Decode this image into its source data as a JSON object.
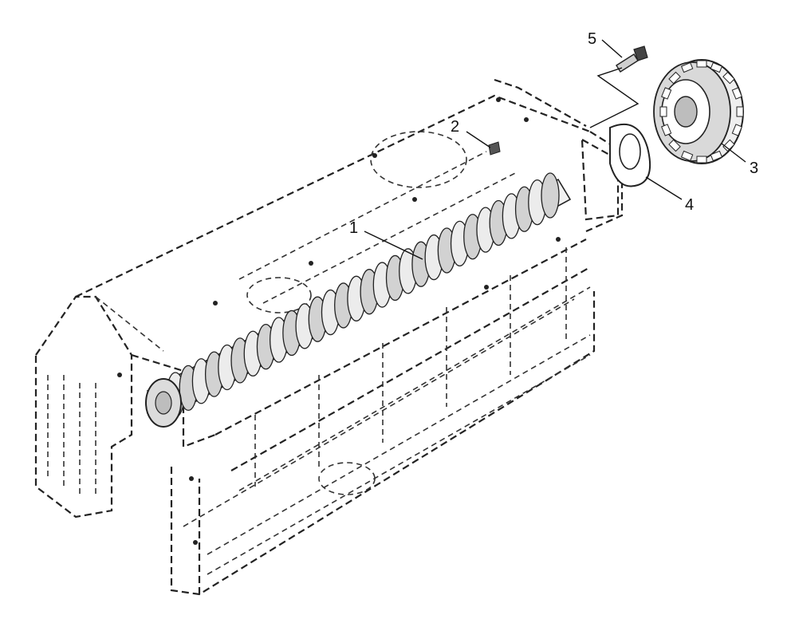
{
  "callouts": [
    {
      "id": "1",
      "label": "1"
    },
    {
      "id": "2",
      "label": "2"
    },
    {
      "id": "3",
      "label": "3"
    },
    {
      "id": "4",
      "label": "4"
    },
    {
      "id": "5",
      "label": "5"
    }
  ],
  "colors": {
    "ink": "#222222",
    "paper": "#ffffff",
    "part_fill": "#e6e6e6"
  }
}
